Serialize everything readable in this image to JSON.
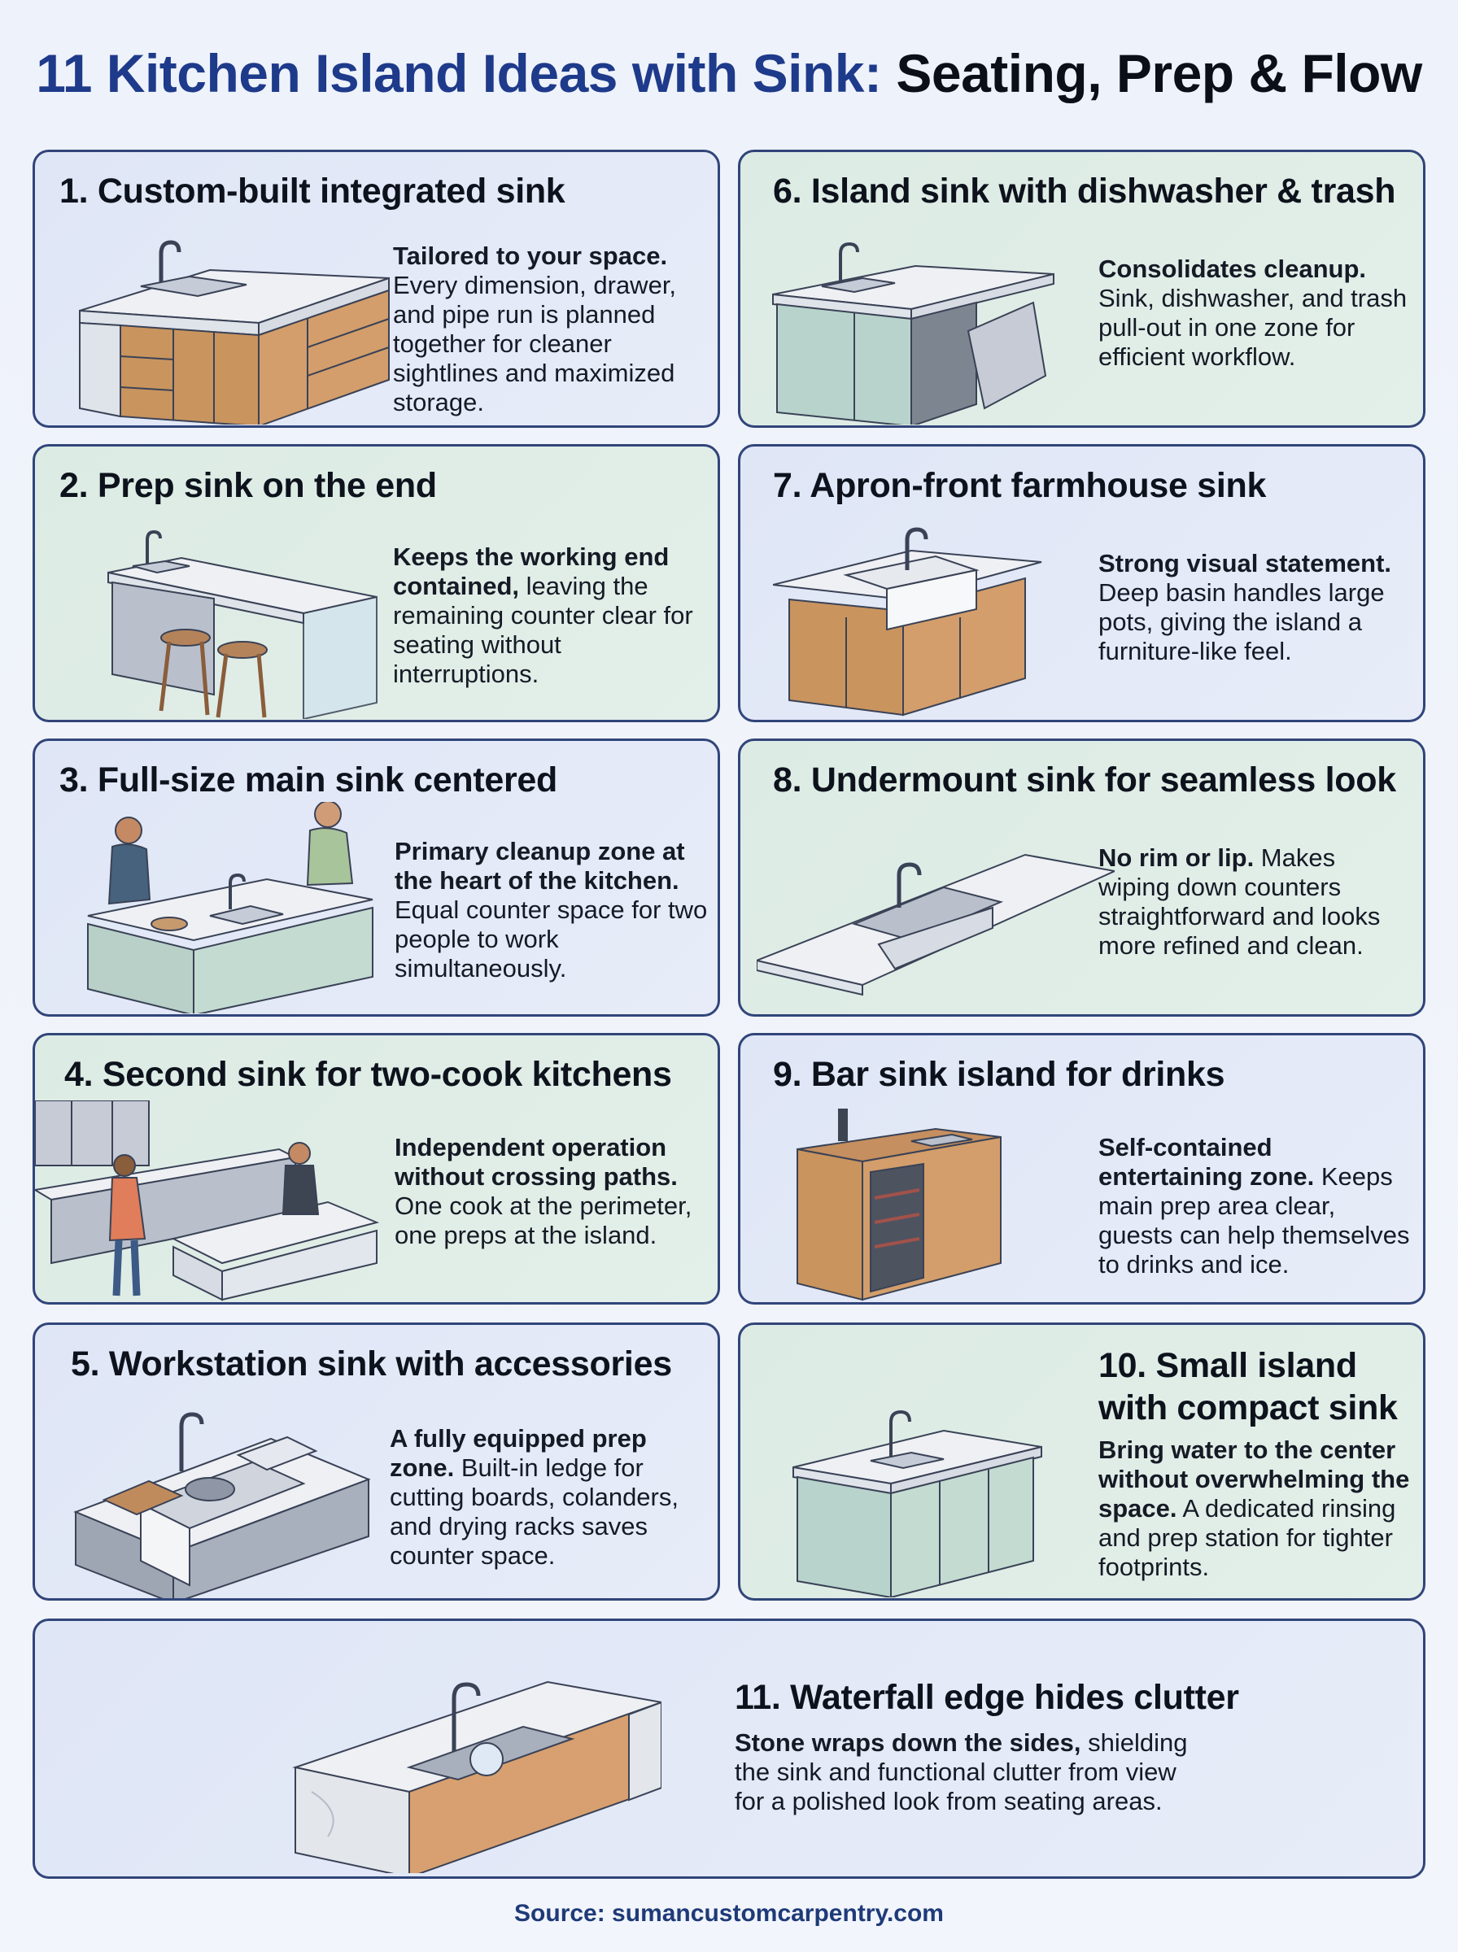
{
  "title": {
    "part1": "11 Kitchen Island Ideas with Sink:",
    "part2": "Seating, Prep & Flow"
  },
  "cards": [
    {
      "title": "1. Custom-built integrated sink",
      "bold": "Tailored to your space.",
      "text": " Every dimension, drawer, and pipe run is planned together for cleaner sightlines and maximized storage."
    },
    {
      "title": "2. Prep sink on the end",
      "bold": "Keeps the working end contained,",
      "text": " leaving the remaining counter clear for seating without interruptions."
    },
    {
      "title": "3. Full-size main sink centered",
      "bold": "Primary cleanup zone at the heart of the kitchen.",
      "text": " Equal counter space for two people to work simultaneously."
    },
    {
      "title": "4. Second sink for two-cook kitchens",
      "bold": "Independent operation without crossing paths.",
      "text": " One cook at the perimeter, one preps at the island."
    },
    {
      "title": "5. Workstation sink with accessories",
      "bold": "A fully equipped prep zone.",
      "text": " Built-in ledge for cutting boards, colanders, and drying racks saves counter space."
    },
    {
      "title": "6. Island sink with dishwasher & trash",
      "bold": "Consolidates cleanup.",
      "text": " Sink, dishwasher, and trash pull-out in one zone for efficient workflow."
    },
    {
      "title": "7. Apron-front farmhouse sink",
      "bold": "Strong visual statement.",
      "text": " Deep basin handles large pots, giving the island a furniture-like feel."
    },
    {
      "title": "8. Undermount sink for seamless look",
      "bold": "No rim or lip.",
      "text": " Makes wiping down counters straightforward and looks more refined and clean."
    },
    {
      "title": "9. Bar sink island for drinks",
      "bold": "Self-contained entertaining zone.",
      "text": " Keeps main prep area clear, guests can help themselves to drinks and ice."
    },
    {
      "title": "10. Small island with compact sink",
      "bold": "Bring water to the center without overwhelming the space.",
      "text": " A dedicated rinsing and prep station for tighter footprints."
    },
    {
      "title": "11. Waterfall edge hides clutter",
      "bold": "Stone wraps down the sides,",
      "text": " shielding the sink and functional clutter from view for a polished look from seating areas."
    }
  ],
  "source": "Source: sumancustomcarpentry.com",
  "colors": {
    "title_blue": "#1e3a8a",
    "card_border": "#31457a",
    "card_blue": "#e3e9f7",
    "card_green": "#dfede6"
  },
  "illustrations": [
    "island-sink-wood-drawers",
    "prep-sink-island-stools",
    "two-people-center-sink",
    "two-cooks-kitchen",
    "workstation-sink-accessories",
    "sink-dishwasher-island",
    "farmhouse-sink-island",
    "undermount-sink-counter",
    "bar-sink-wine-fridge",
    "compact-sink-island",
    "waterfall-marble-island"
  ]
}
